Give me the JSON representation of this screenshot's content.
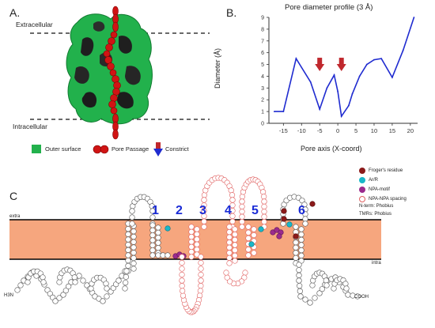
{
  "panelA": {
    "letter": "A.",
    "extracellular": "Extracellular",
    "intracellular": "Intracellular",
    "legend": [
      {
        "label": "Outer surface",
        "color": "#22b14c",
        "icon": "green-square-icon"
      },
      {
        "label": "Pore Passage",
        "color": "#d01414",
        "icon": "red-spheres-icon"
      },
      {
        "label": "Constrict",
        "color": "#c0282d",
        "icon": "down-arrow-icon"
      }
    ]
  },
  "panelB": {
    "letter": "B."
  },
  "chart_data": {
    "type": "line",
    "title": "Pore diameter profile (3 Å)",
    "xlabel": "Pore axis (X-coord)",
    "ylabel": "Diameter (Å)",
    "xlim": [
      -19,
      22
    ],
    "ylim": [
      0,
      9
    ],
    "xticks": [
      -15,
      -10,
      -5,
      0,
      5,
      10,
      15,
      20
    ],
    "yticks": [
      0,
      1,
      2,
      3,
      4,
      5,
      6,
      7,
      8,
      9
    ],
    "grid": false,
    "series": [
      {
        "color": "#1f2bd0",
        "x": [
          -17.5,
          -15,
          -11.5,
          -7.5,
          -5,
          -3,
          -1,
          0,
          1,
          3,
          4,
          6,
          8,
          10,
          12,
          15,
          18,
          21
        ],
        "y": [
          1,
          1,
          5.5,
          3.5,
          1.2,
          3,
          4.1,
          2.7,
          0.6,
          1.5,
          2.5,
          4,
          5,
          5.4,
          5.5,
          3.9,
          6.2,
          9
        ]
      }
    ],
    "constrictions_x": [
      -5,
      1
    ]
  },
  "panelC": {
    "letter": "C",
    "extra": "extra",
    "intra": "intra",
    "helix_numbers": [
      "1",
      "2",
      "3",
      "4",
      "5",
      "6"
    ],
    "n_term": "H3N",
    "c_term": "COOH",
    "legend": [
      {
        "label": "Froger's residue",
        "color": "#8b1a1a",
        "icon": "dark-red-dot-icon"
      },
      {
        "label": "Ar/R",
        "color": "#19b7c9",
        "icon": "cyan-dot-icon"
      },
      {
        "label": "NPA-motif",
        "color": "#9b2a8d",
        "icon": "purple-dot-icon"
      },
      {
        "label": "NPA-NPA spacing",
        "color": "#e06060",
        "icon": "pink-ring-icon"
      }
    ],
    "notes": [
      "N-term: Phobius",
      "TMRs: Phobius"
    ],
    "membrane_color": "#f6a67e"
  }
}
